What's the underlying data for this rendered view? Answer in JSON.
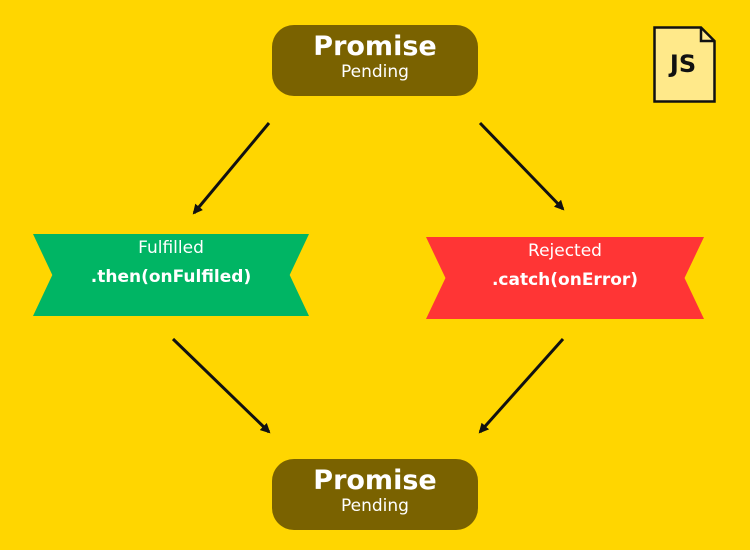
{
  "top_node": {
    "title": "Promise",
    "state": "Pending"
  },
  "fulfilled": {
    "label": "Fulfilled",
    "method": ".then(onFulfiled)"
  },
  "rejected": {
    "label": "Rejected",
    "method": ".catch(onError)"
  },
  "bottom_node": {
    "title": "Promise",
    "state": "Pending"
  },
  "badge": {
    "text": "JS"
  },
  "colors": {
    "background": "#FFD600",
    "pill": "#7A6200",
    "fulfilled": "#00B564",
    "rejected": "#FF3535"
  }
}
